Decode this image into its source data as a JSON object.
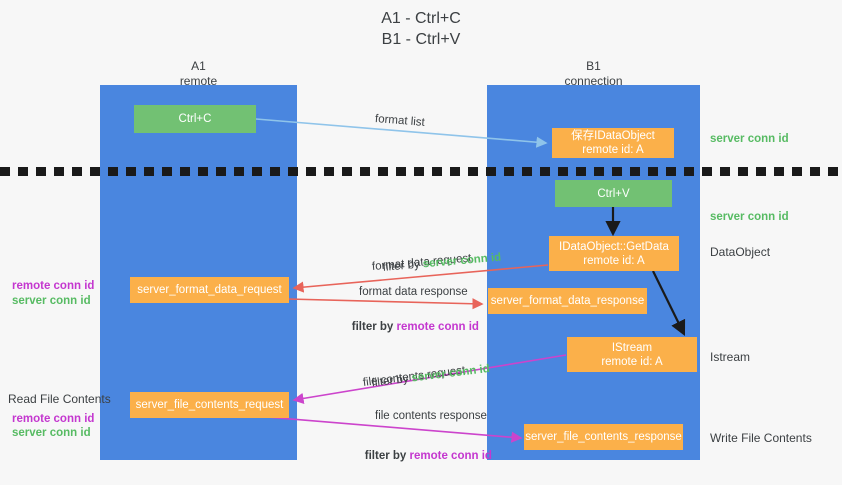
{
  "title": "A1 - Ctrl+C\nB1 - Ctrl+V",
  "columns": [
    {
      "name": "A1",
      "sub": "remote",
      "label": "A1\nremote"
    },
    {
      "name": "B1",
      "sub": "connection",
      "label": "B1\nconnection"
    }
  ],
  "colors": {
    "lane": "#4a86df",
    "green_box": "#72c173",
    "orange_box": "#fbb04a",
    "server_conn_id": "#57bb63",
    "remote_conn_id": "#c437cf",
    "arrow_format_list": "#8fc4ea",
    "arrow_format_data": "#e8645a",
    "arrow_file_contents": "#cc44cc",
    "arrow_internal": "#1a1a1a",
    "background": "#f7f7f7",
    "text": "#3c4043"
  },
  "boxes": {
    "ctrl_c": "Ctrl+C",
    "ctrl_v": "Ctrl+V",
    "idataobject": "保存IDataObject\nremote id: A",
    "getdata": "IDataObject::GetData\nremote id: A",
    "istream": "IStream\nremote id: A",
    "server_format_data_request": "server_format_data_request",
    "server_format_data_response": "server_format_data_response",
    "server_file_contents_request": "server_file_contents_request",
    "server_file_contents_response": "server_file_contents_response"
  },
  "edge_labels": {
    "format_list": "format list",
    "format_data_request": "format data request",
    "format_data_request_filter_prefix": "filter by ",
    "format_data_request_filter_value": "server conn id",
    "format_data_response": "format data response",
    "format_data_response_filter_prefix": "filter by ",
    "format_data_response_filter_value": "remote conn id",
    "file_contents_request": "file contents request",
    "file_contents_request_filter_prefix": "filter by ",
    "file_contents_request_filter_value": "server conn id",
    "file_contents_response": "file contents response",
    "file_contents_response_filter_prefix": "filter by ",
    "file_contents_response_filter_value": "remote conn id"
  },
  "right_annotations": {
    "server_conn_id_top": "server conn id",
    "server_conn_id_mid": "server conn id",
    "dataobject": "DataObject",
    "istream": "Istream",
    "write_file_contents": "Write File Contents"
  },
  "left_annotations": {
    "format_remote_conn_id": "remote conn id",
    "format_server_conn_id": "server conn id",
    "read_file_contents": "Read File Contents",
    "file_remote_conn_id": "remote conn id",
    "file_server_conn_id": "server conn id"
  }
}
